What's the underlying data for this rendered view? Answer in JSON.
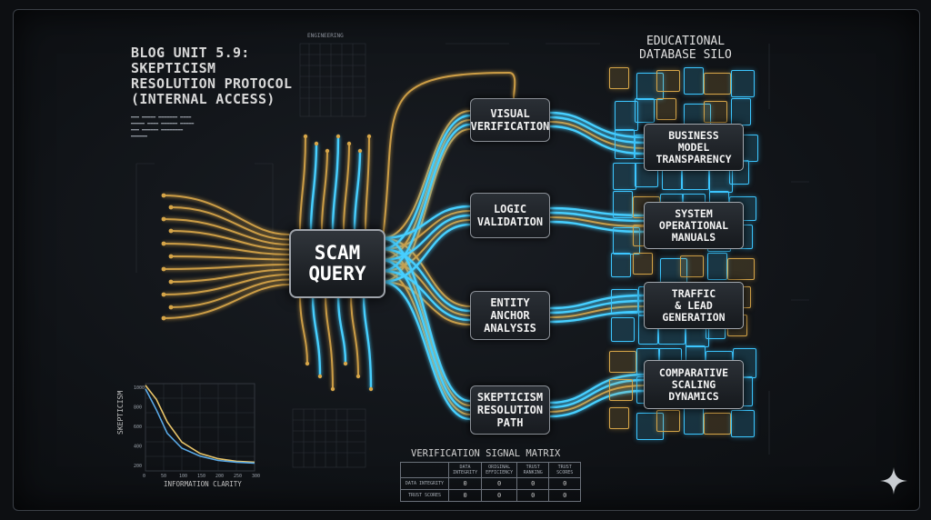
{
  "header": {
    "title": "BLOG UNIT 5.9:\nSKEPTICISM\nRESOLUTION PROTOCOL\n(INTERNAL ACCESS)",
    "engineering_label": "ENGINEERING"
  },
  "core": {
    "label": "SCAM\nQUERY"
  },
  "processes": [
    {
      "label": "VISUAL\nVERIFICATION"
    },
    {
      "label": "LOGIC\nVALIDATION"
    },
    {
      "label": "ENTITY\nANCHOR\nANALYSIS"
    },
    {
      "label": "SKEPTICISM\nRESOLUTION\nPATH"
    }
  ],
  "silo": {
    "title": "EDUCATIONAL\nDATABASE SILO",
    "items": [
      {
        "label": "BUSINESS\nMODEL\nTRANSPARENCY"
      },
      {
        "label": "SYSTEM\nOPERATIONAL\nMANUALS"
      },
      {
        "label": "TRAFFIC\n& LEAD\nGENERATION"
      },
      {
        "label": "COMPARATIVE\nSCALING\nDYNAMICS"
      }
    ]
  },
  "matrix": {
    "title": "VERIFICATION SIGNAL MATRIX",
    "columns": [
      "",
      "DATA\nINTEGRITY",
      "ORIGINAL\nEFFICIENCY",
      "TRUST\nRANKING",
      "TRUST\nSCORES"
    ],
    "rows": [
      {
        "label": "DATA INTEGRITY",
        "cells": [
          "0",
          "0",
          "0",
          "0"
        ]
      },
      {
        "label": "TRUST SCORES",
        "cells": [
          "0",
          "0",
          "0",
          "0"
        ]
      }
    ]
  },
  "chart_data": {
    "type": "line",
    "title": "",
    "xlabel": "INFORMATION CLARITY",
    "ylabel": "SKEPTICISM",
    "x_ticks": [
      "0",
      "50",
      "100",
      "150",
      "200",
      "250",
      "300"
    ],
    "y_ticks": [
      "1000",
      "800",
      "600",
      "400",
      "200"
    ],
    "xlim": [
      0,
      300
    ],
    "ylim": [
      0,
      1000
    ],
    "grid": true,
    "series": [
      {
        "color": "#e8c56a",
        "x": [
          0,
          30,
          60,
          100,
          150,
          200,
          250,
          300
        ],
        "y": [
          980,
          820,
          560,
          330,
          200,
          140,
          110,
          100
        ]
      },
      {
        "color": "#5aa9e6",
        "x": [
          0,
          30,
          60,
          100,
          150,
          200,
          250,
          300
        ],
        "y": [
          940,
          700,
          430,
          260,
          170,
          120,
          100,
          90
        ]
      }
    ]
  },
  "colors": {
    "gold": "#d9a84a",
    "cyan": "#4fd3ff",
    "blue_glow": "#2aa7ff",
    "node_border": "#8a8f96"
  },
  "icons": {
    "corner": "sparkle-icon"
  }
}
